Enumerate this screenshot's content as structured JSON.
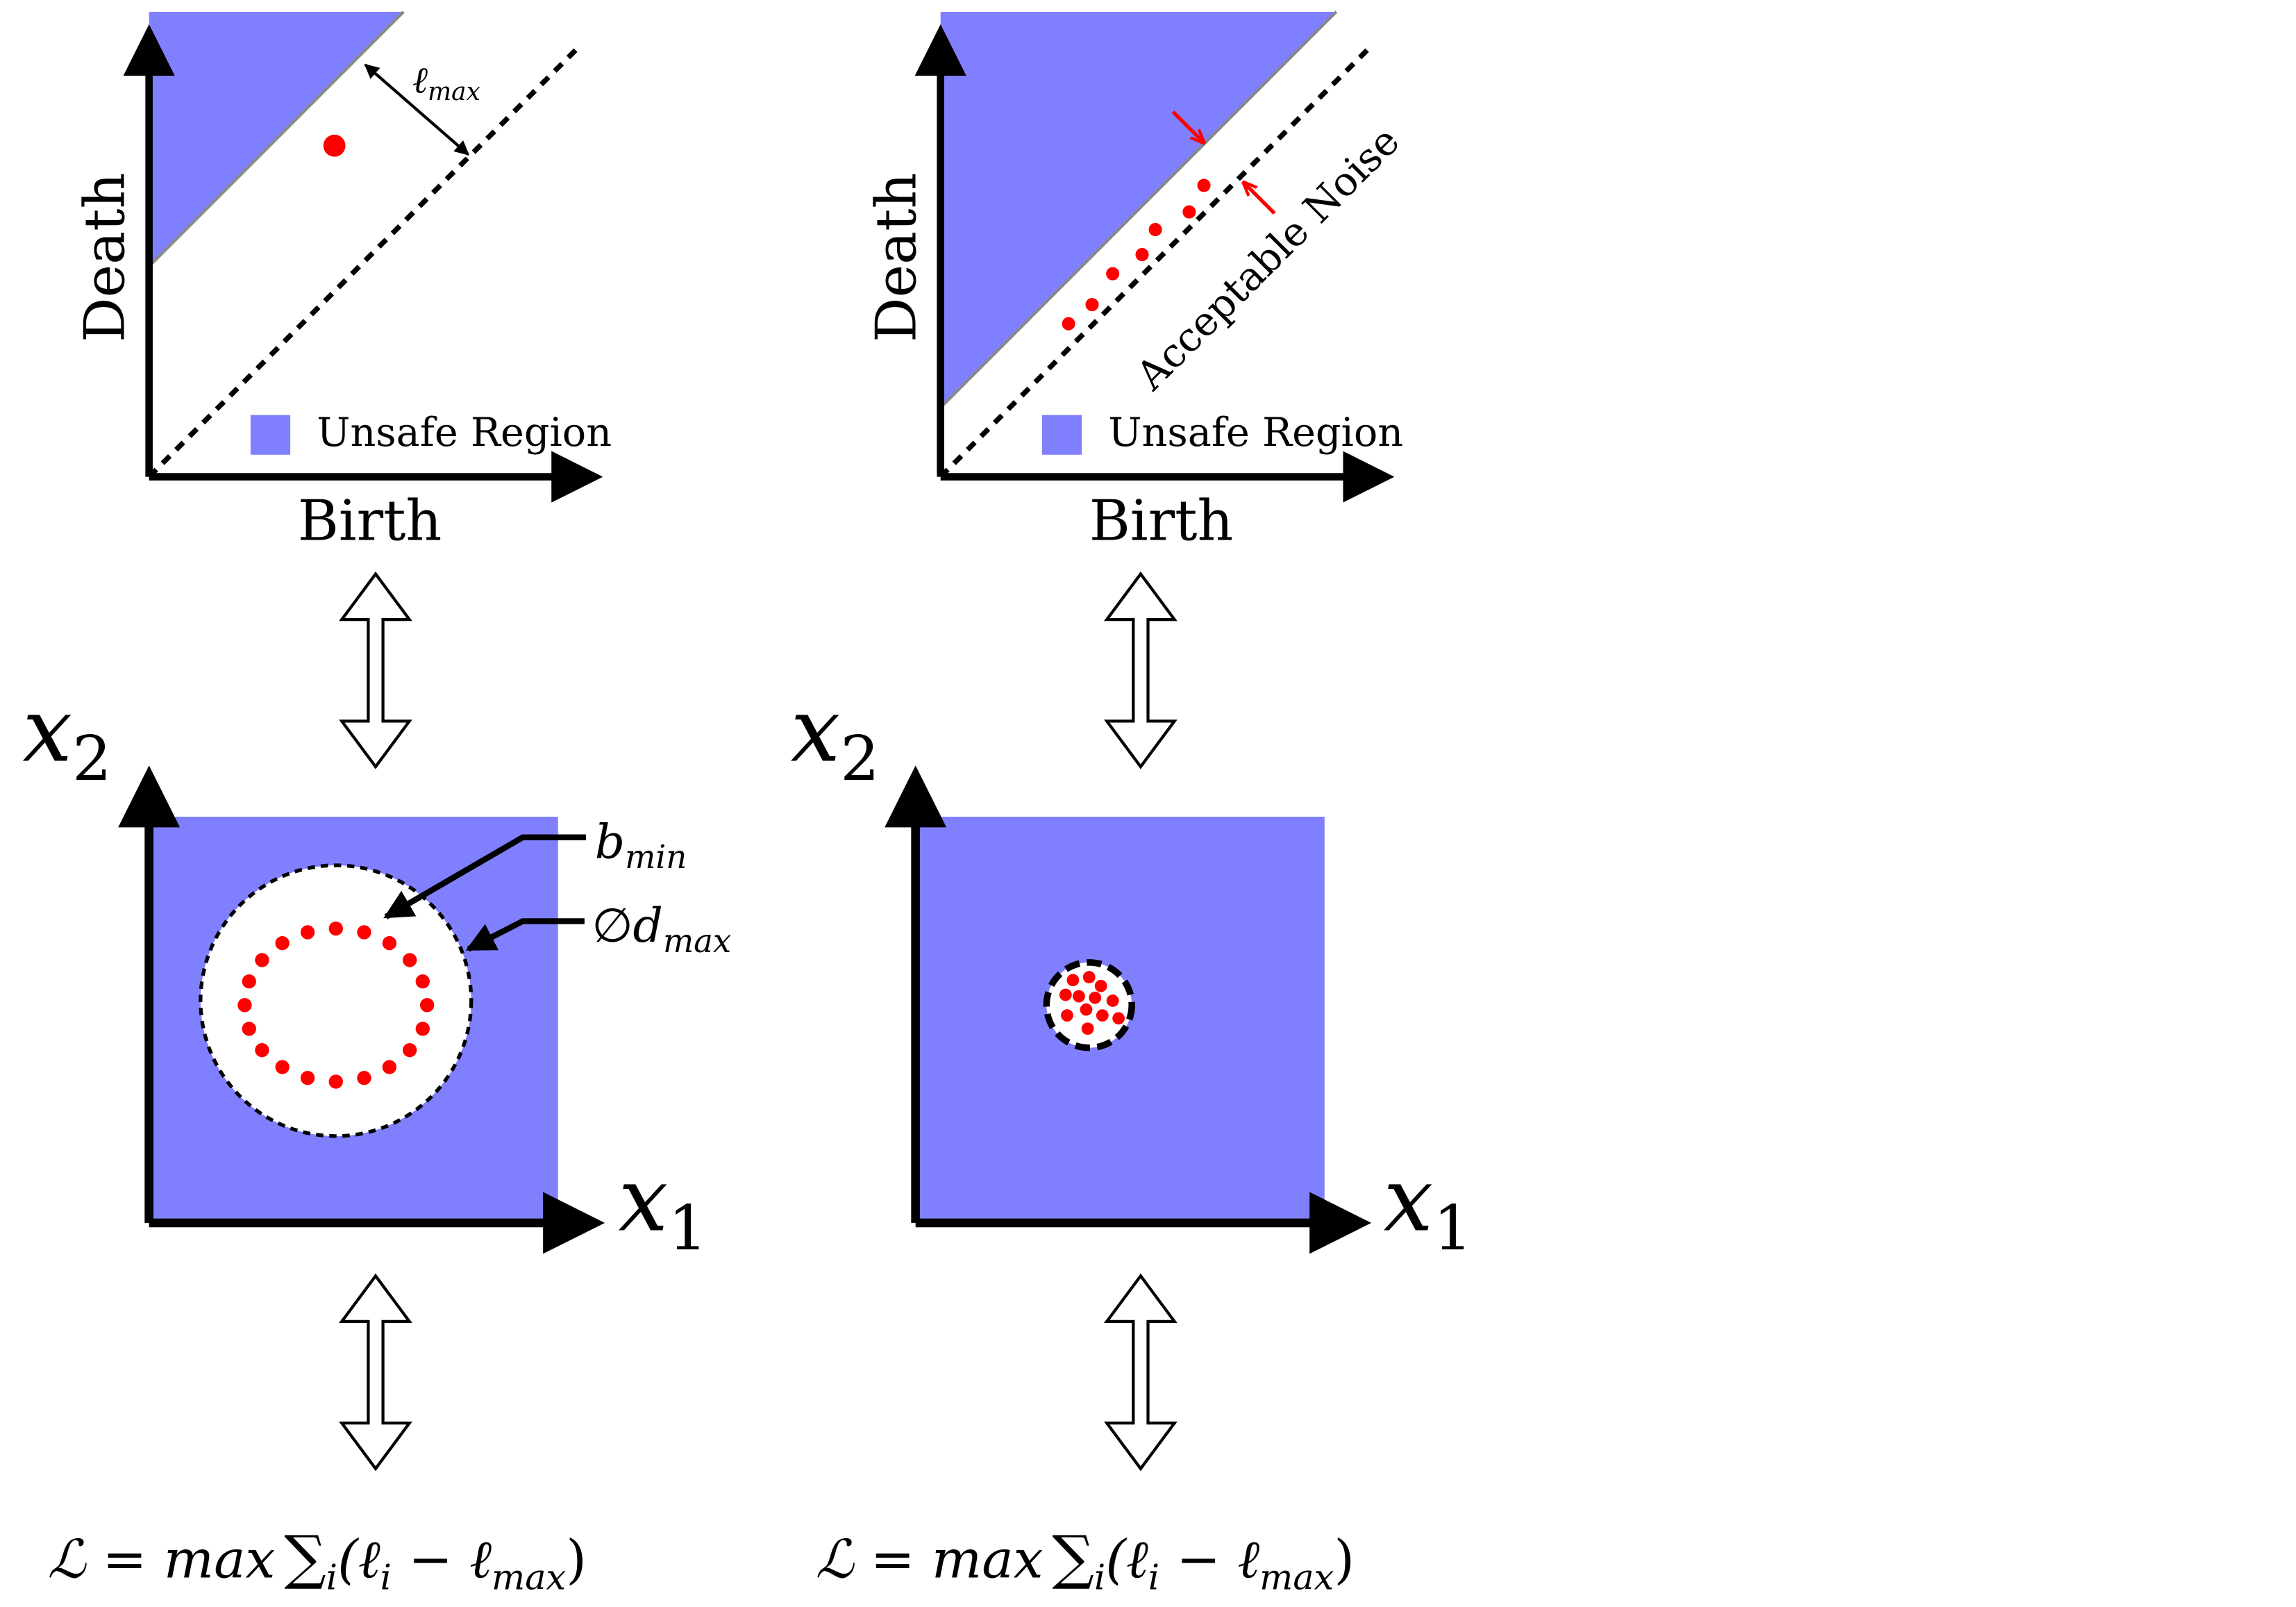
{
  "colors": {
    "unsafe": "#8080ff",
    "point": "#ff0000",
    "axis": "#000000",
    "diag_edge": "#888888"
  },
  "left": {
    "pd": {
      "ylabel": "Death",
      "xlabel": "Birth",
      "legend": "Unsafe Region",
      "lmax_base": "ℓ",
      "lmax_sub": "max"
    },
    "space": {
      "x2_base": "x",
      "x2_sub": "2",
      "x1_base": "x",
      "x1_sub": "1",
      "bmin_base": "b",
      "bmin_sub": "min",
      "dmax_prefix": "∅",
      "dmax_base": "d",
      "dmax_sub": "max"
    },
    "loss": {
      "lhs": "ℒ = max",
      "sum": "∑",
      "sum_sub": "i",
      "open": "(ℓ",
      "li_sub": "i",
      "minus": " − ℓ",
      "lmax_sub": "max",
      "close": ")"
    }
  },
  "right": {
    "pd": {
      "ylabel": "Death",
      "xlabel": "Birth",
      "legend": "Unsafe Region",
      "noise_label": "Acceptable Noise"
    },
    "space": {
      "x2_base": "x",
      "x2_sub": "2",
      "x1_base": "x",
      "x1_sub": "1"
    },
    "loss": {
      "lhs": "ℒ = max",
      "sum": "∑",
      "sum_sub": "i",
      "open": "(ℓ",
      "li_sub": "i",
      "minus": " − ℓ",
      "lmax_sub": "max",
      "close": ")"
    }
  }
}
